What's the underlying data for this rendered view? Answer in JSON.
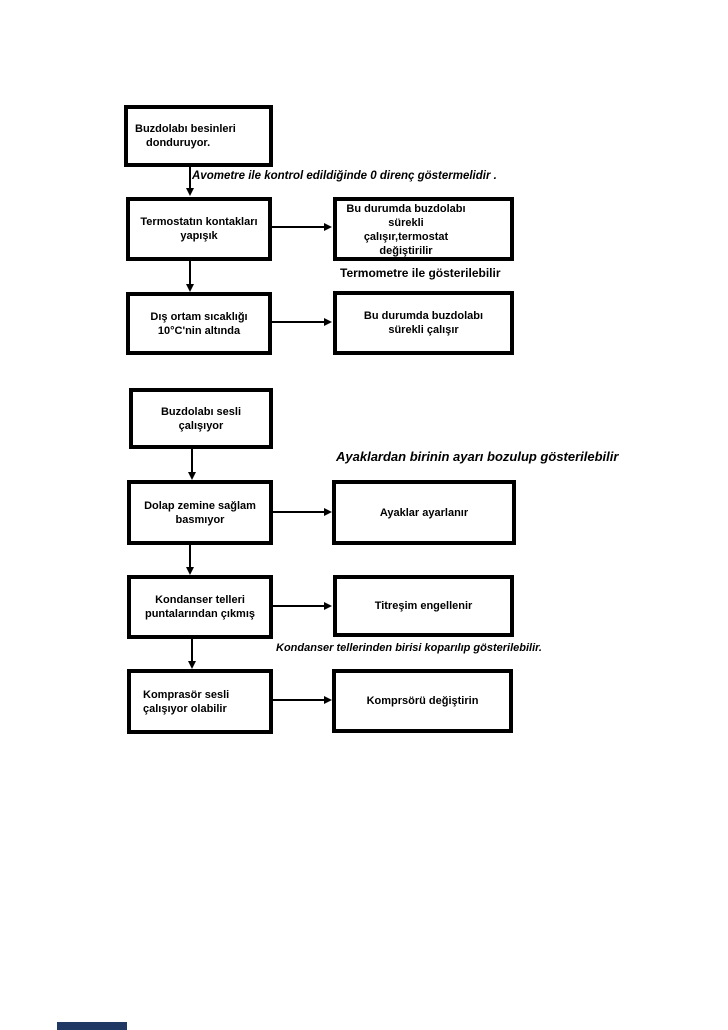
{
  "colors": {
    "background": "#ffffff",
    "box_border": "#000000",
    "text": "#000000",
    "arrow": "#000000",
    "footer_bar": "#1f3864"
  },
  "boxes": [
    {
      "id": "symptom-donduruyor",
      "lines": [
        "Buzdolabı besinleri",
        "donduruyor."
      ]
    },
    {
      "id": "cause-termostat",
      "lines": [
        "Termostatın kontakları",
        "yapışık"
      ]
    },
    {
      "id": "action-termostat",
      "lines": [
        "Bu durumda buzdolabı",
        "sürekli",
        "çalışır,termostat",
        "değiştirilir"
      ]
    },
    {
      "id": "cause-dis-ortam",
      "lines": [
        "Dış ortam sıcaklığı",
        "10°C'nin altında"
      ]
    },
    {
      "id": "result-surekli-calisir",
      "lines": [
        "Bu durumda buzdolabı",
        "sürekli çalışır"
      ]
    },
    {
      "id": "symptom-sesli",
      "lines": [
        "Buzdolabı sesli",
        "çalışıyor"
      ]
    },
    {
      "id": "cause-zemin",
      "lines": [
        "Dolap zemine sağlam",
        "basmıyor"
      ]
    },
    {
      "id": "action-ayaklar",
      "lines": [
        "Ayaklar ayarlanır"
      ]
    },
    {
      "id": "cause-kondanser",
      "lines": [
        "Kondanser telleri",
        "puntalarından çıkmış"
      ]
    },
    {
      "id": "action-titresim",
      "lines": [
        "Titreşim engellenir"
      ]
    },
    {
      "id": "cause-komprasor",
      "lines": [
        "Komprasör sesli",
        "çalışıyor olabilir"
      ]
    },
    {
      "id": "action-komprasor",
      "lines": [
        "Komprsörü değiştirin"
      ]
    }
  ],
  "notes": [
    {
      "id": "note-avometre",
      "text": "Avometre ile kontrol edildiğinde 0 direnç göstermelidir ."
    },
    {
      "id": "note-termometre",
      "text": "Termometre ile gösterilebilir"
    },
    {
      "id": "note-ayaklar",
      "text": "Ayaklardan birinin ayarı bozulup gösterilebilir"
    },
    {
      "id": "note-kondanser",
      "text": "Kondanser tellerinden birisi koparılıp gösterilebilir."
    }
  ]
}
